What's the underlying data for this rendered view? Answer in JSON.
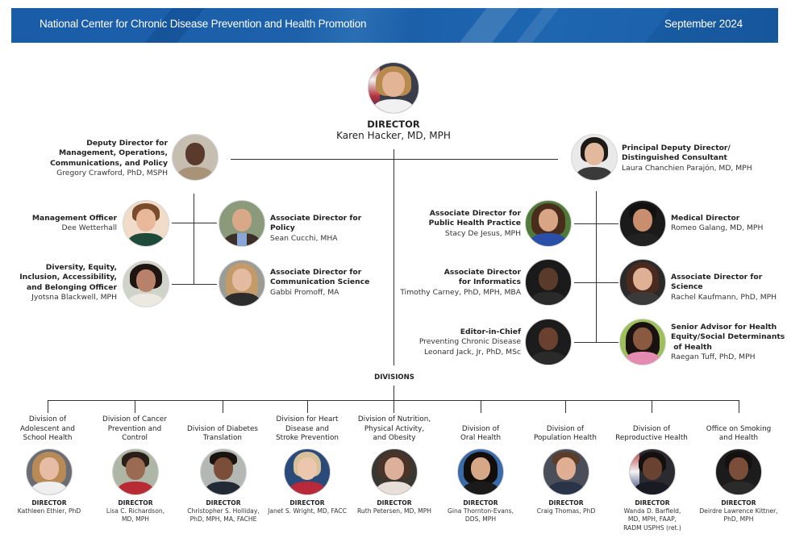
{
  "header": {
    "title": "National Center for Chronic Disease Prevention and Health Promotion",
    "date": "September 2024",
    "color": "#1a5ca8"
  },
  "director": {
    "title": "DIRECTOR",
    "name": "Karen Hacker, MD, MPH"
  },
  "left_top": {
    "title_lines": [
      "Deputy Director for",
      "Management, Operations,",
      "Communications, and Policy"
    ],
    "name": "Gregory Crawford, PhD, MSPH"
  },
  "right_top": {
    "title_lines": [
      "Principal Deputy Director/",
      "Distinguished Consultant"
    ],
    "name": "Laura Chanchien Parajón, MD, MPH"
  },
  "left_staff": [
    {
      "title_lines": [
        "Management Officer"
      ],
      "name": "Dee Wetterhall"
    },
    {
      "title_lines": [
        "Diversity, Equity,",
        "Inclusion, Accessibility,",
        "and  Belonging Officer"
      ],
      "name": "Jyotsna Blackwell, MPH"
    },
    {
      "title_lines": [
        "Associate Director for Policy"
      ],
      "name": "Sean Cucchi, MHA"
    },
    {
      "title_lines": [
        "Associate Director for",
        "Communication Science"
      ],
      "name": "Gabbi Promoff, MA"
    }
  ],
  "right_staff": [
    {
      "title_lines": [
        "Associate Director for",
        "Public Health Practice"
      ],
      "name": "Stacy De Jesus, MPH"
    },
    {
      "title_lines": [
        "Associate Director",
        "for Informatics"
      ],
      "name": "Timothy Carney, PhD, MPH, MBA"
    },
    {
      "title_lines": [
        "Editor-in-Chief"
      ],
      "subtitle": "Preventing Chronic Disease",
      "name": "Leonard Jack, Jr, PhD, MSc"
    },
    {
      "title_lines": [
        "Medical Director"
      ],
      "name": "Romeo Galang, MD, MPH"
    },
    {
      "title_lines": [
        "Associate Director for Science"
      ],
      "name": "Rachel Kaufmann, PhD, MPH"
    },
    {
      "title_lines": [
        "Senior Advisor for Health",
        "Equity/Social Determinants",
        " of Health"
      ],
      "name": "Raegan Tuff, PhD, MPH"
    }
  ],
  "divisions_label": "DIVISIONS",
  "divisions": [
    {
      "name_lines": [
        "Division of",
        "Adolescent and",
        "School Health"
      ],
      "head_title": "DIRECTOR",
      "head_lines": [
        "Kathleen Ethier, PhD"
      ]
    },
    {
      "name_lines": [
        "Division of Cancer",
        "Prevention and",
        "Control"
      ],
      "head_title": "DIRECTOR",
      "head_lines": [
        "Lisa C. Richardson,",
        "MD, MPH"
      ]
    },
    {
      "name_lines": [
        "Division of Diabetes",
        "Translation"
      ],
      "head_title": "DIRECTOR",
      "head_lines": [
        "Christopher S. Holliday,",
        "PhD, MPH, MA, FACHE"
      ]
    },
    {
      "name_lines": [
        "Division for Heart",
        "Disease and",
        "Stroke Prevention"
      ],
      "head_title": "DIRECTOR",
      "head_lines": [
        "Janet S. Wright, MD, FACC"
      ]
    },
    {
      "name_lines": [
        "Division of Nutrition,",
        "Physical Activity,",
        "and Obesity"
      ],
      "head_title": "DIRECTOR",
      "head_lines": [
        "Ruth Petersen, MD, MPH"
      ]
    },
    {
      "name_lines": [
        "Division of",
        "Oral Health"
      ],
      "head_title": "DIRECTOR",
      "head_lines": [
        "Gina Thornton-Evans,",
        "DDS, MPH"
      ]
    },
    {
      "name_lines": [
        "Division of",
        "Population Health"
      ],
      "head_title": "DIRECTOR",
      "head_lines": [
        "Craig Thomas, PhD"
      ]
    },
    {
      "name_lines": [
        "Division of",
        "Reproductive Health"
      ],
      "head_title": "DIRECTOR",
      "head_lines": [
        "Wanda D. Barfield,",
        "MD, MPH, FAAP,",
        "RADM USPHS (ret.)"
      ]
    },
    {
      "name_lines": [
        "Office on Smoking",
        "and Health"
      ],
      "head_title": "DIRECTOR",
      "head_lines": [
        "Deirdre Lawrence Kittner,",
        "PhD, MPH"
      ]
    }
  ]
}
